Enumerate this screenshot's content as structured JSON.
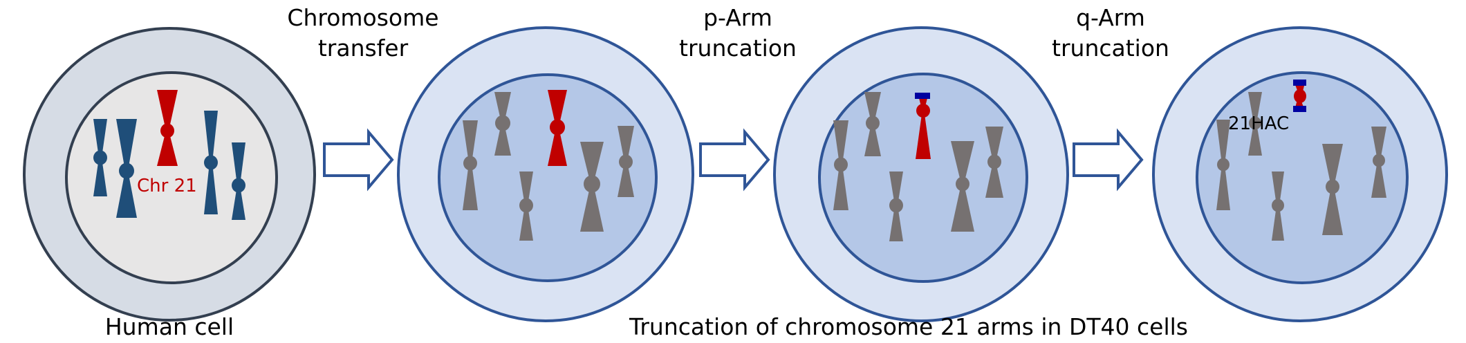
{
  "title": "Truncation of chromosome 21 arms in DT40 cells",
  "colors": {
    "human_outer": "#d6dce5",
    "human_inner": "#e7e6e6",
    "human_stroke": "#333f50",
    "dt40_outer": "#dae3f3",
    "dt40_inner": "#b4c7e7",
    "dt40_stroke": "#2f5597",
    "human_chromosome": "#1f4e79",
    "host_chromosome": "#767171",
    "chr21": "#c00000",
    "telomere_cap": "#0000a0",
    "arrow_stroke": "#2f5597"
  },
  "steps": [
    {
      "line1": "Chromosome",
      "line2": "transfer"
    },
    {
      "line1": "p-Arm",
      "line2": "truncation"
    },
    {
      "line1": "q-Arm",
      "line2": "truncation"
    }
  ],
  "cells": [
    {
      "name": "human-cell",
      "inner_label": "Chr 21"
    },
    {
      "name": "dt40-cell-chr21",
      "inner_label": ""
    },
    {
      "name": "dt40-cell-p-truncated",
      "inner_label": ""
    },
    {
      "name": "dt40-cell-21hac",
      "inner_label": "21HAC"
    }
  ],
  "captions": {
    "human": "Human cell",
    "dt40": "Truncation of chromosome 21 arms in DT40 cells"
  }
}
